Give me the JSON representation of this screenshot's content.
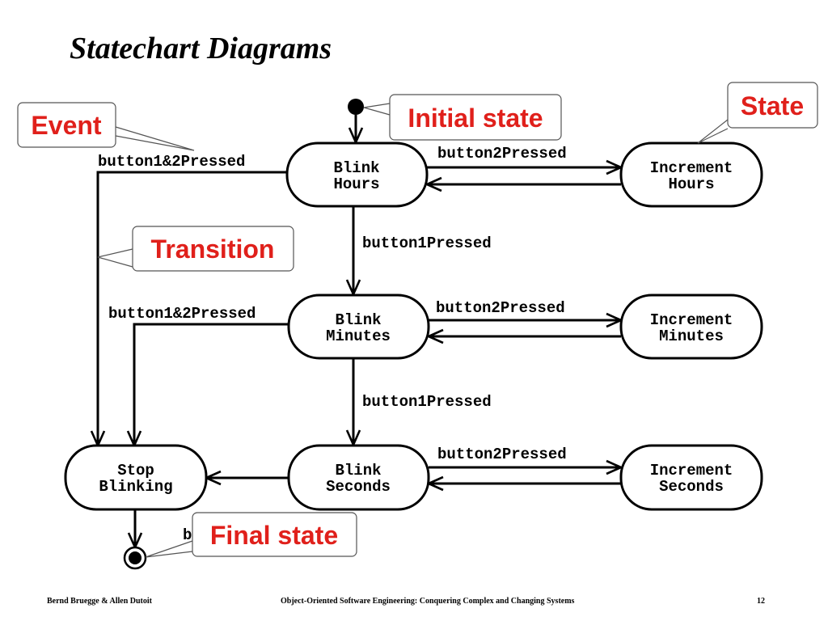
{
  "title": "Statechart Diagrams",
  "colors": {
    "callout_text": "#e0201b",
    "lines": "#000000",
    "background": "#ffffff"
  },
  "states": {
    "blink_hours": [
      "Blink",
      "Hours"
    ],
    "increment_hours": [
      "Increment",
      "Hours"
    ],
    "blink_minutes": [
      "Blink",
      "Minutes"
    ],
    "increment_minutes": [
      "Increment",
      "Minutes"
    ],
    "blink_seconds": [
      "Blink",
      "Seconds"
    ],
    "increment_seconds": [
      "Increment",
      "Seconds"
    ],
    "stop_blinking": [
      "Stop",
      "Blinking"
    ]
  },
  "events": {
    "button2_hours": "button2Pressed",
    "button2_minutes": "button2Pressed",
    "button2_seconds": "button2Pressed",
    "button1_hours_to_minutes": "button1Pressed",
    "button1_minutes_to_seconds": "button1Pressed",
    "button12_hours": "button1&2Pressed",
    "button12_minutes": "button1&2Pressed",
    "button12_seconds_fragment": "b          d"
  },
  "callouts": {
    "event": "Event",
    "initial_state": "Initial state",
    "state": "State",
    "transition": "Transition",
    "final_state": "Final state"
  },
  "footer": {
    "authors": "Bernd Bruegge & Allen Dutoit",
    "book": "Object-Oriented Software Engineering: Conquering Complex and Changing Systems",
    "page": "12"
  }
}
